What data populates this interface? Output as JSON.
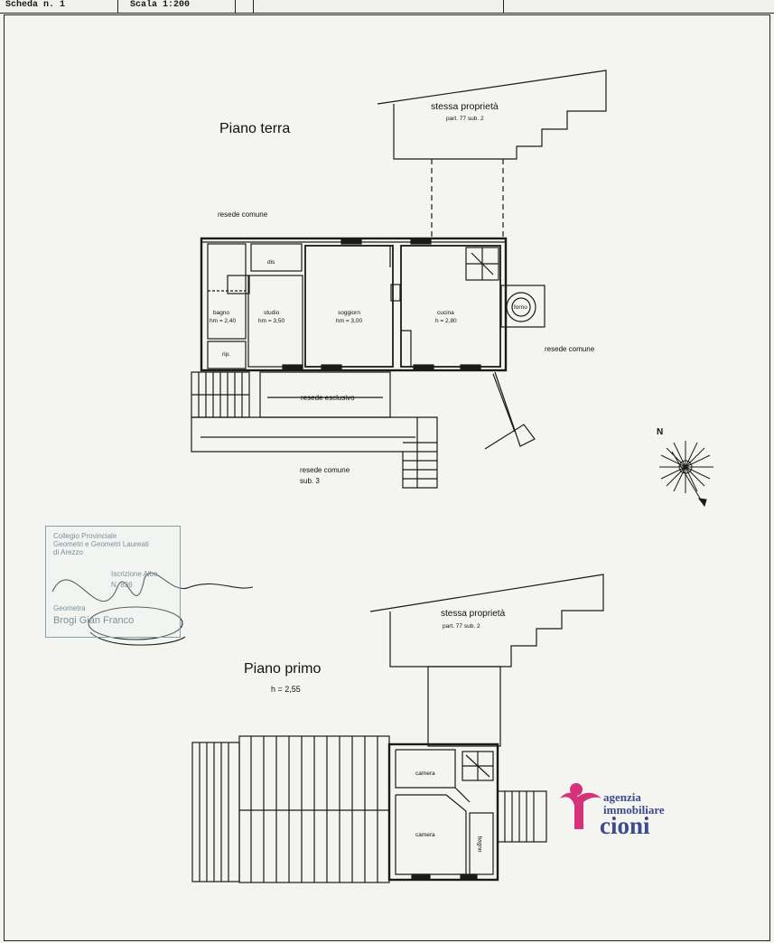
{
  "header": {
    "scheda": "Scheda n. 1",
    "scala": "Scala 1:200"
  },
  "ground_floor": {
    "title": "Piano terra",
    "same_property": {
      "label": "stessa proprietà",
      "ref": "part. 77   sub. 2"
    },
    "common_top": "resede comune",
    "common_right": "resede comune",
    "common_bottom": "resede comune",
    "common_bottom_sub": "sub. 3",
    "exclusive": "resede esclusivo",
    "rooms": {
      "dis": "dis",
      "bagno": "bagno",
      "bagno_h": "hm = 2,40",
      "studio": "studio",
      "studio_h": "hm = 3,50",
      "soggiorno": "soggiorn",
      "soggiorno_h": "hm = 3,00",
      "cucina": "cucina",
      "cucina_h": "h = 2,80",
      "rip": "rip.",
      "forno": "forno"
    }
  },
  "first_floor": {
    "title": "Piano primo",
    "height": "h = 2,55",
    "same_property": {
      "label": "stessa proprietà",
      "ref": "part. 77   sub. 2"
    },
    "rooms": {
      "camera1": "camera",
      "camera2": "camera",
      "bagno": "bagno"
    }
  },
  "stamp": {
    "line1": "Collegio Provinciale",
    "line2": "Geometri e Geometri Laureati",
    "line3": "di Arezzo",
    "line4": "Iscrizione Albo",
    "line5": "N. 836",
    "line6": "Geometra",
    "name": "Brogi Gian Franco"
  },
  "logo": {
    "line1": "agenzia",
    "line2": "immobiliare",
    "brand": "cioni",
    "accent": "#d6327a",
    "brand_color": "#3d4a8c"
  },
  "compass": {
    "north": "N"
  }
}
